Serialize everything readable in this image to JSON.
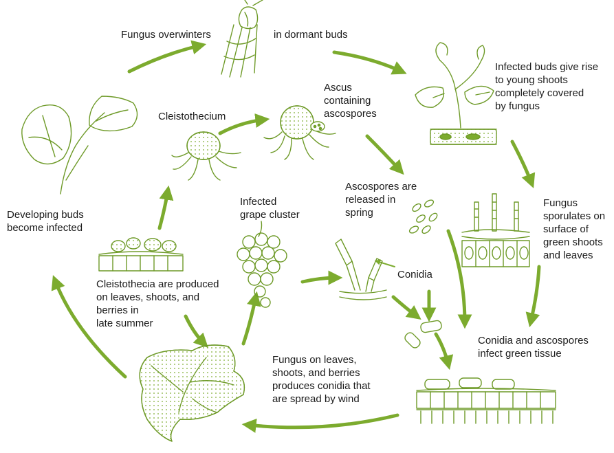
{
  "diagram": {
    "accent_color": "#7cab2e",
    "line_color": "#6e9a28",
    "labels": {
      "overwinters_left": "Fungus overwinters",
      "overwinters_right": "in dormant buds",
      "infected_buds": "Infected buds give rise\nto young shoots\ncompletely covered\nby fungus",
      "ascus": "Ascus\ncontaining\nascospores",
      "cleistothecium": "Cleistothecium",
      "ascospores_released": "Ascospores are\nreleased in\nspring",
      "fungus_sporulates": "Fungus\nsporulates on\nsurface of\ngreen shoots\nand leaves",
      "developing_buds": "Developing buds\nbecome infected",
      "infected_grape": "Infected\ngrape cluster",
      "conidia": "Conidia",
      "cleistothecia_produced": "Cleistothecia are produced\non leaves, shoots, and\nberries in\nlate summer",
      "conidia_ascospores_infect": "Conidia and ascospores\ninfect green tissue",
      "fungus_produces_conidia": "Fungus on leaves,\nshoots, and berries\nproduces conidia that\nare spread by wind"
    },
    "illustrations": [
      "dormant-bud",
      "young-shoot",
      "ascus-cleistothecium",
      "cleistothecium",
      "ascospores",
      "sporulating-hyphae",
      "grape-leaf-shoot",
      "leaf-tissue-cleistothecia",
      "grape-cluster",
      "germinating-conidia",
      "conidia-spores",
      "infected-leaf",
      "infected-tissue-section"
    ],
    "arrows": [
      "arrow-to-overwinter",
      "arrow-to-infected-buds",
      "arrow-to-sporulation",
      "arrow-to-infection",
      "arrow-to-leaf",
      "arrow-to-developing-buds",
      "arrow-to-cleistothecia",
      "arrow-to-cleistothecium",
      "arrow-to-ascus",
      "arrow-to-ascospores",
      "arrow-ascospores-to-infection",
      "arrow-to-grape",
      "arrow-grape-to-conidia",
      "arrow-to-conidia",
      "arrow-conidia-down",
      "arrow-to-tissue"
    ]
  }
}
